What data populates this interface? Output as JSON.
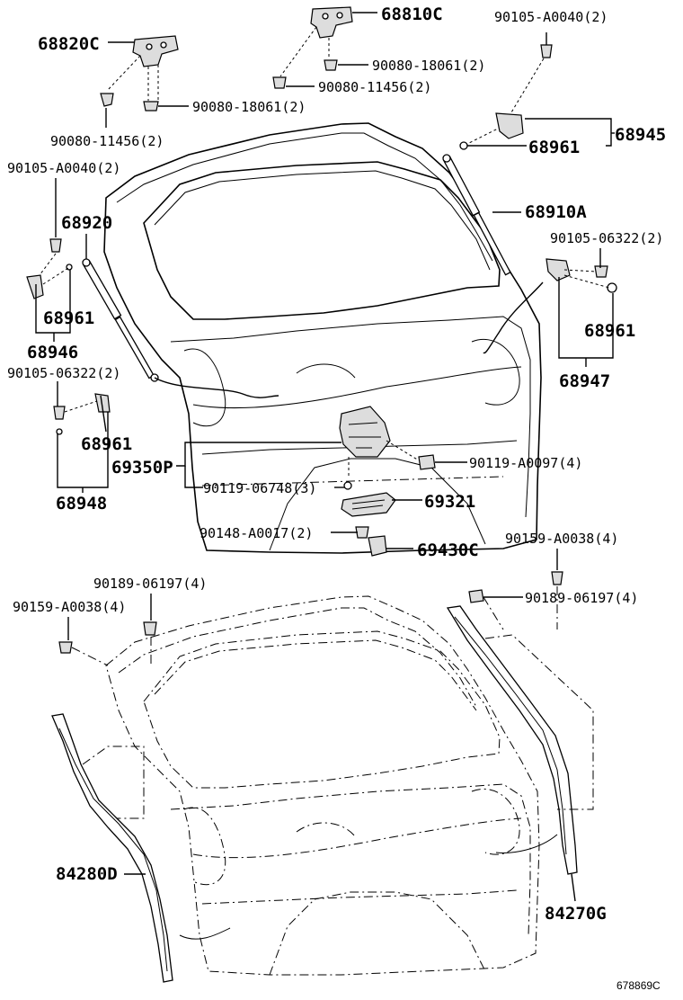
{
  "callouts": {
    "p68820C": "68820C",
    "p68810C": "68810C",
    "p90105_A0040_top": "90105-A0040(2)",
    "p90080_18061_a": "90080-18061(2)",
    "p90080_11456_a": "90080-11456(2)",
    "p90080_18061_b": "90080-18061(2)",
    "p90080_11456_b": "90080-11456(2)",
    "p68945": "68945",
    "p68961_a": "68961",
    "p90105_A0040_left": "90105-A0040(2)",
    "p68920": "68920",
    "p68910A": "68910A",
    "p90105_06322_right": "90105-06322(2)",
    "p68961_b": "68961",
    "p68946": "68946",
    "p68961_c": "68961",
    "p68947": "68947",
    "p90105_06322_left": "90105-06322(2)",
    "p68961_d": "68961",
    "p69350P": "69350P",
    "p90119_A0097": "90119-A0097(4)",
    "p90119_06748": "90119-06748(3)",
    "p68948": "68948",
    "p69321": "69321",
    "p90148_A0017": "90148-A0017(2)",
    "p69430C": "69430C",
    "p90159_A0038_right": "90159-A0038(4)",
    "p90189_06197_left": "90189-06197(4)",
    "p90189_06197_right": "90189-06197(4)",
    "p90159_A0038_left": "90159-A0038(4)",
    "p84280D": "84280D",
    "p84270G": "84270G"
  },
  "figure_id": "678869C"
}
